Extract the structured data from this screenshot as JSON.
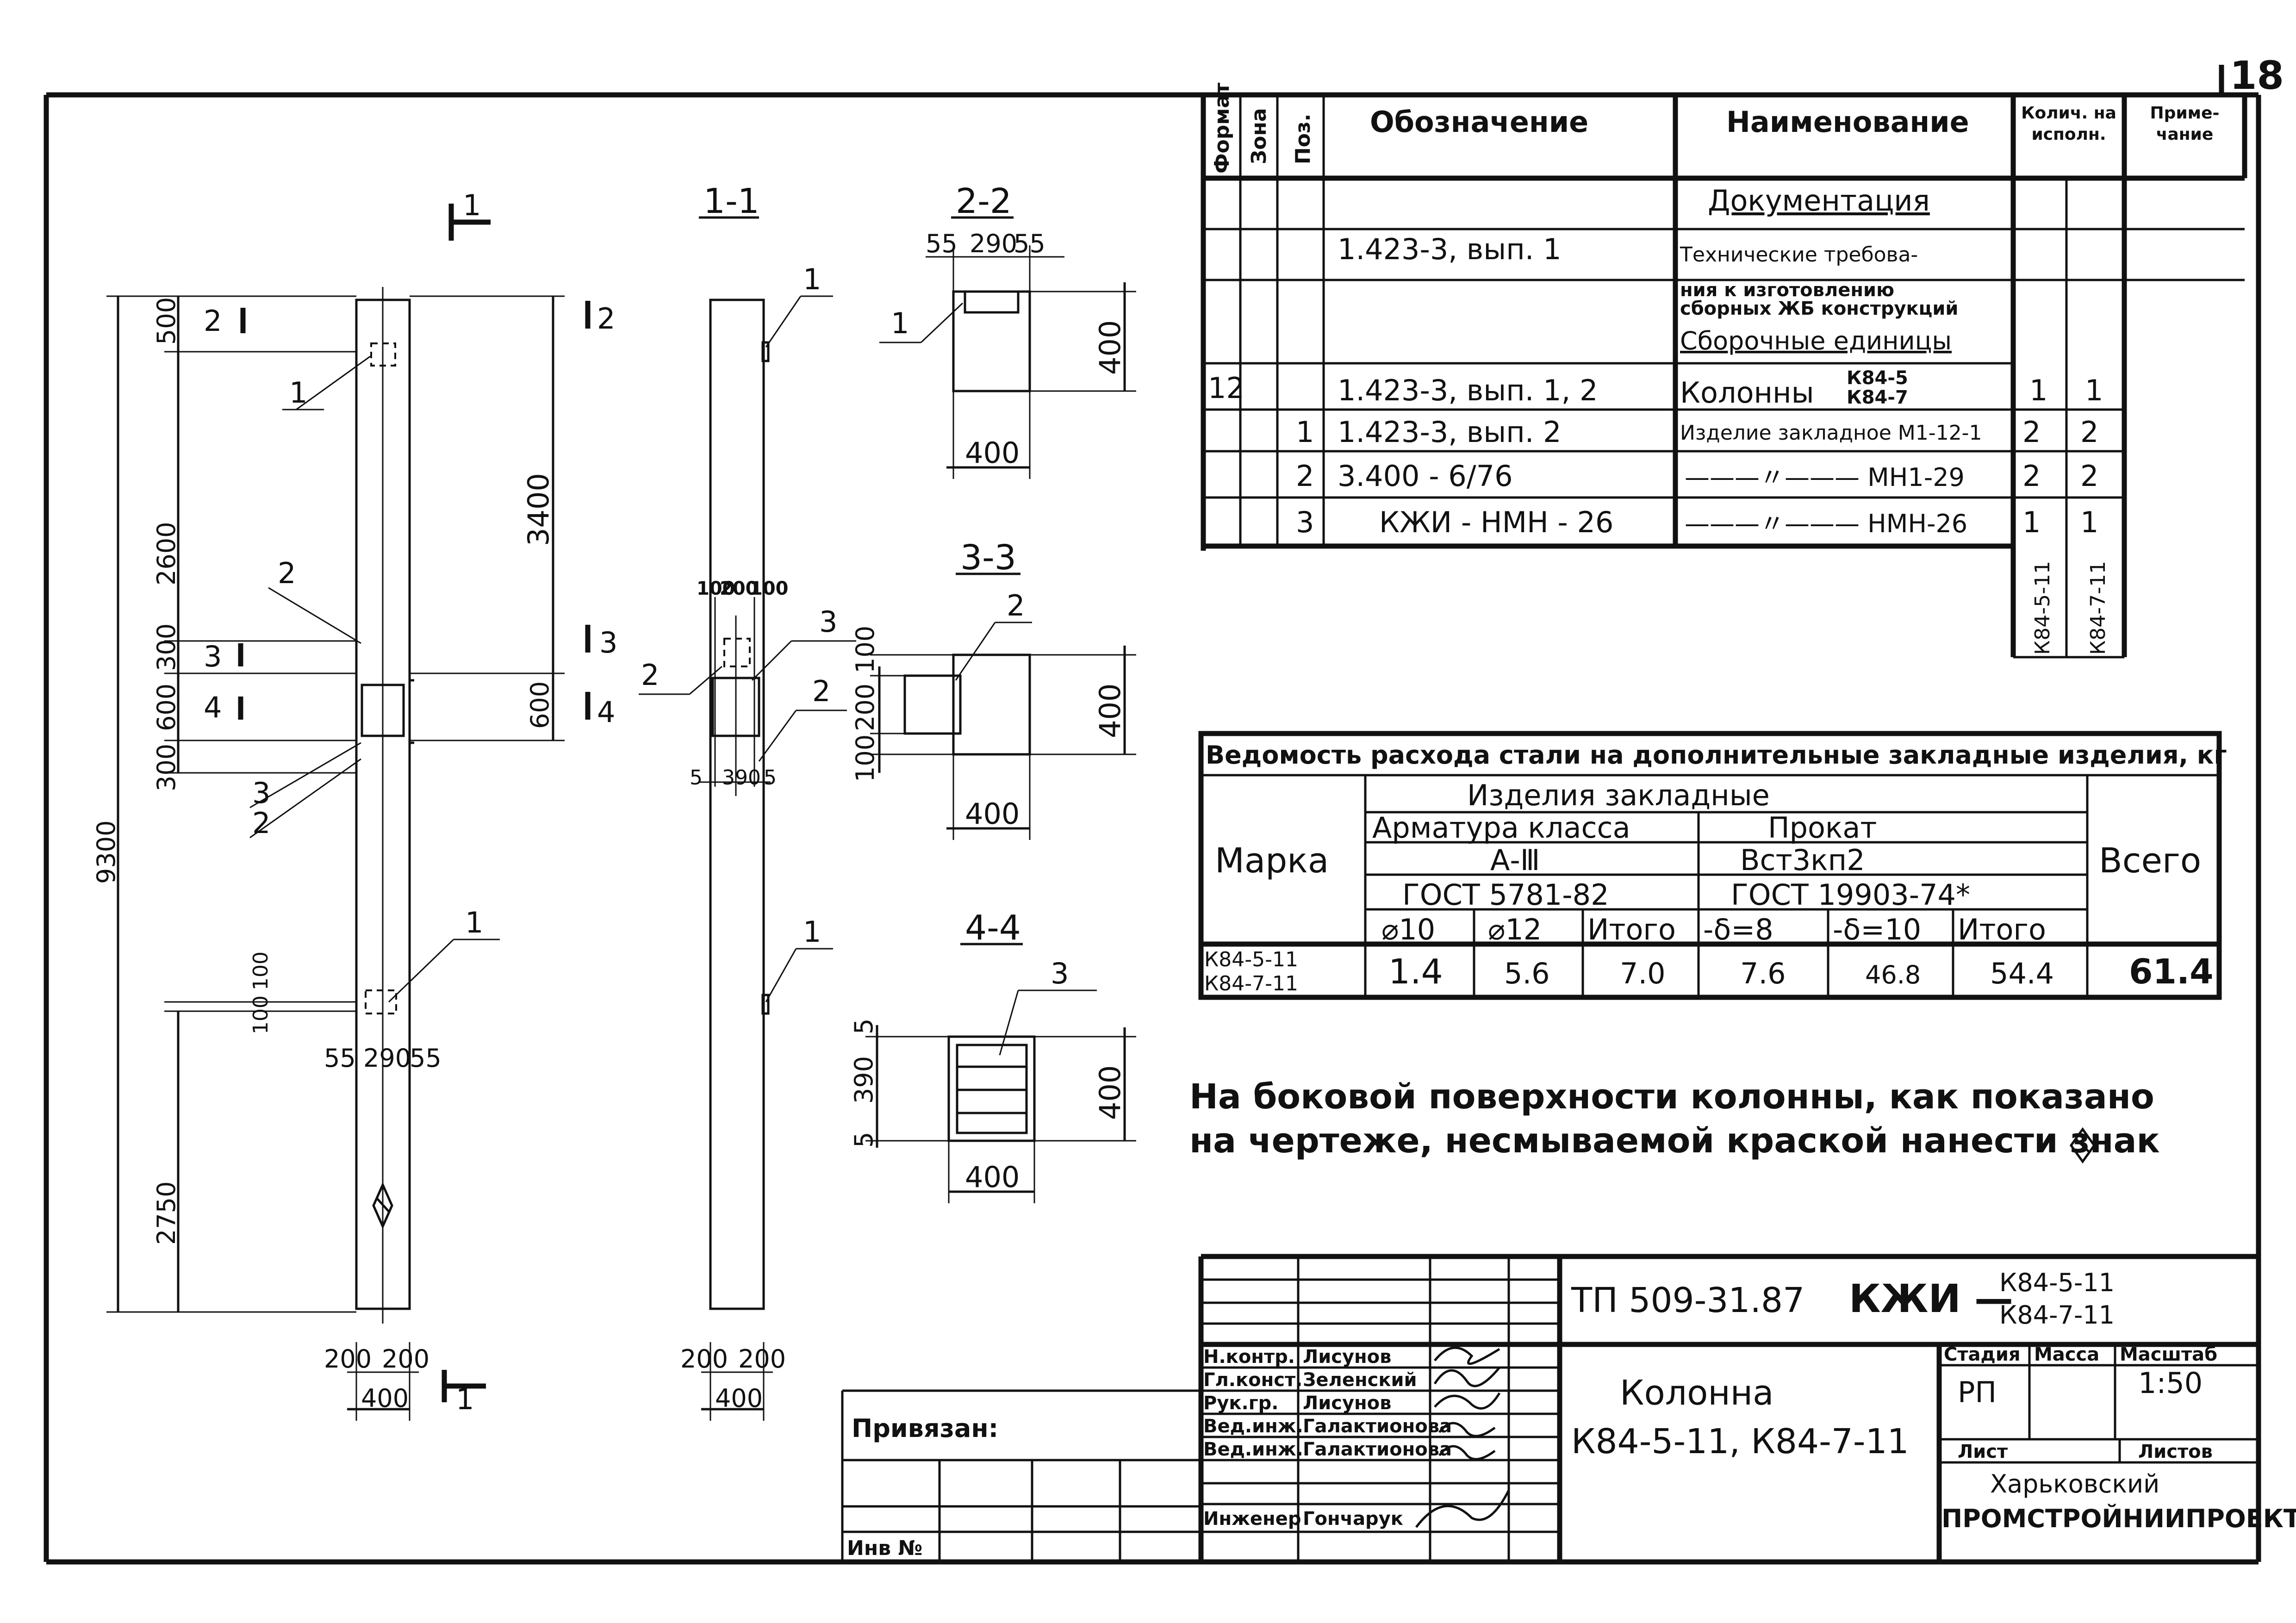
{
  "page": {
    "sheet_no": "18"
  },
  "spec": {
    "headers": {
      "format": "Формат",
      "zone": "Зона",
      "pos": "Поз.",
      "designation": "Обозначение",
      "name": "Наименование",
      "qty": "Колич. на исполн.",
      "note": "Приме-чание"
    },
    "section_docs": "Документация",
    "doc_designation": "1.423-3, вып. 1",
    "doc_name_lines": [
      "Технические требова-",
      "ния к изготовлению",
      "сборных ЖБ конструкций"
    ],
    "section_assemblies": "Сборочные единицы",
    "rows": [
      {
        "format": "12",
        "pos": "",
        "designation": "1.423-3, вып. 1, 2",
        "name": "Колонны",
        "name_marks": [
          "К84-5",
          "К84-7"
        ],
        "q1": "1",
        "q2": "1"
      },
      {
        "format": "",
        "pos": "1",
        "designation": "1.423-3, вып. 2",
        "name": "Изделие закладное М1-12-1",
        "q1": "2",
        "q2": "2"
      },
      {
        "format": "",
        "pos": "2",
        "designation": "3.400 - 6/76",
        "name": "———〃——— МН1-29",
        "q1": "2",
        "q2": "2"
      },
      {
        "format": "",
        "pos": "3",
        "designation": "КЖИ - НМН - 26",
        "name": "———〃——— НМН-26",
        "q1": "1",
        "q2": "1"
      }
    ],
    "exec_cols": [
      "К84-5-11",
      "К84-7-11"
    ]
  },
  "steel": {
    "title": "Ведомость расхода стали на дополнительные закладные изделия, кг",
    "mark_header": "Марка",
    "group_header": "Изделия закладные",
    "rebar_header": "Арматура класса",
    "rebar_class": "А-Ⅲ",
    "rebar_gost": "ГОСТ 5781-82",
    "rolled_header": "Прокат",
    "rolled_grade": "Вст3кп2",
    "rolled_gost": "ГОСТ 19903-74*",
    "total_header": "Всего",
    "subheaders": [
      "⌀10",
      "⌀12",
      "Итого",
      "-δ=8",
      "-δ=10",
      "Итого"
    ],
    "marks": [
      "К84-5-11",
      "К84-7-11"
    ],
    "values": [
      "1.4",
      "5.6",
      "7.0",
      "7.6",
      "46.8",
      "54.4",
      "61.4"
    ]
  },
  "note": {
    "line1": "На боковой поверхности колонны, как показано",
    "line2": "на чертеже, несмываемой краской нанести знак"
  },
  "drawing": {
    "section_labels": [
      "1",
      "1-1",
      "2-2",
      "3-3",
      "4-4"
    ],
    "elevation_dims": [
      "500",
      "2600",
      "300",
      "600",
      "300",
      "9300",
      "2750",
      "3400",
      "600",
      "100",
      "100"
    ],
    "plan_dims": [
      "55",
      "290",
      "55",
      "200",
      "200",
      "400"
    ],
    "dims_2_2": [
      "55",
      "290",
      "55",
      "400",
      "400"
    ],
    "dims_1_1": [
      "100",
      "200",
      "100",
      "5",
      "390",
      "5",
      "200",
      "200",
      "400"
    ],
    "dims_3_3": [
      "100",
      "200",
      "100",
      "400",
      "400"
    ],
    "dims_4_4": [
      "5",
      "390",
      "5",
      "400",
      "400"
    ],
    "leaders": [
      "1",
      "2",
      "3",
      "4"
    ]
  },
  "stamp": {
    "doc_code": "ТП 509-31.87",
    "code_main": "КЖИ —",
    "code_marks": [
      "К84-5-11",
      "К84-7-11"
    ],
    "title_line1": "Колонна",
    "title_line2": "К84-5-11, К84-7-11",
    "stage_h": "Стадия",
    "mass_h": "Масса",
    "scale_h": "Масштаб",
    "stage": "РП",
    "scale": "1:50",
    "sheet_h": "Лист",
    "sheets_h": "Листов",
    "org_line1": "Харьковский",
    "org_line2": "ПРОМСТРОЙНИИПРОЕКТ",
    "signers": [
      {
        "role": "Н.контр.",
        "name": "Лисунов"
      },
      {
        "role": "Гл.конст.",
        "name": "Зеленский"
      },
      {
        "role": "Рук.гр.",
        "name": "Лисунов"
      },
      {
        "role": "Вед.инж.",
        "name": "Галактионова"
      },
      {
        "role": "Вед.инж.",
        "name": "Галактионова"
      },
      {
        "role": "Инженер",
        "name": "Гончарук"
      }
    ],
    "privyazan": "Привязан:",
    "inv": "Инв №"
  }
}
